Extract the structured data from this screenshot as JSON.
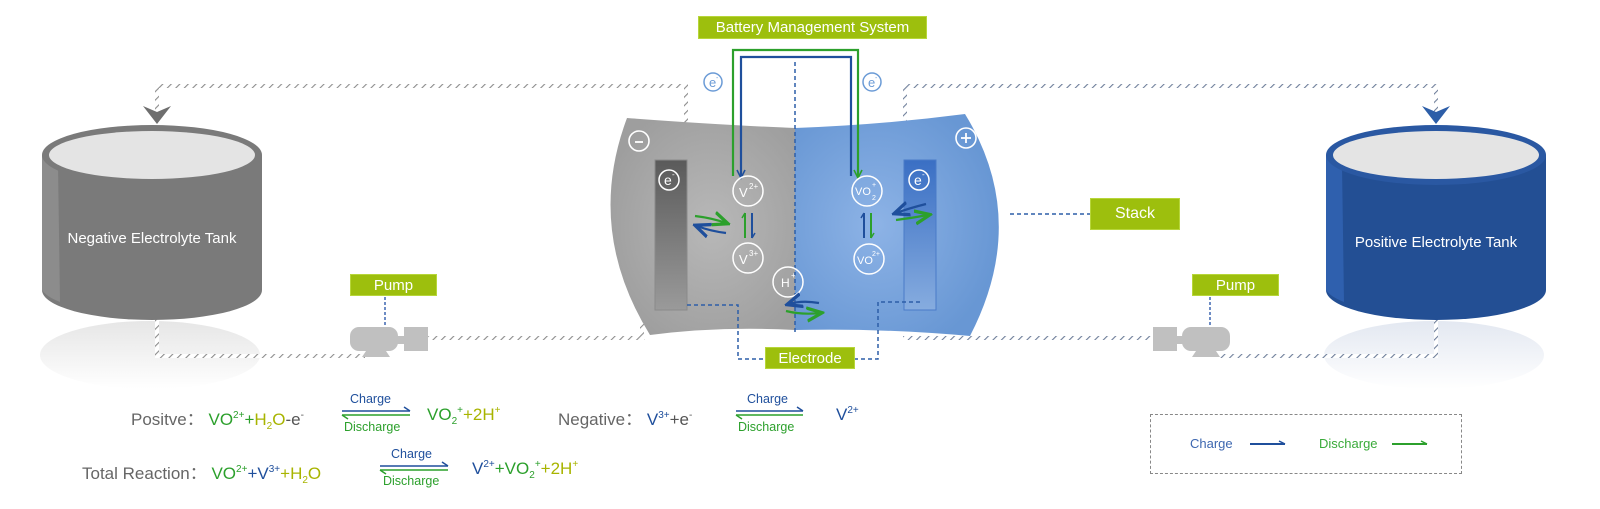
{
  "colors": {
    "accent_green_label": "#9dbf0d",
    "charge_blue": "#1f4f9c",
    "discharge_green": "#2ca02c",
    "water_yellow": "#a8b400",
    "negative_side_gray": "#a6a6a6",
    "positive_side_blue": "#6b9bd6",
    "negative_tank": "#7a7a7a",
    "positive_tank": "#234f94"
  },
  "labels": {
    "bms": "Battery Management System",
    "stack": "Stack",
    "electrode": "Electrode",
    "pump_left": "Pump",
    "pump_right": "Pump"
  },
  "tanks": {
    "negative": "Negative Electrolyte Tank",
    "positive": "Positive Electrolyte Tank"
  },
  "cell": {
    "minus_sign": "-",
    "plus_sign": "+",
    "electron": "e",
    "electron_sup": "-",
    "ions": {
      "v2": {
        "base": "V",
        "sup": "2+"
      },
      "v3": {
        "base": "V",
        "sup": "3+"
      },
      "vo2plus": {
        "base": "VO",
        "sub": "2",
        "sup": "+"
      },
      "vo2_2plus": {
        "base": "VO",
        "sup": "2+"
      },
      "h": {
        "base": "H",
        "sup": "+"
      }
    }
  },
  "equations": {
    "positive": {
      "label": "Positve：",
      "left": [
        {
          "t": "VO",
          "c": "g"
        },
        {
          "t": "2+",
          "c": "g",
          "sup": true
        },
        {
          "t": "+",
          "c": "g"
        },
        {
          "t": "H",
          "c": "y"
        },
        {
          "t": "2",
          "c": "y",
          "sub": true
        },
        {
          "t": "O",
          "c": "y"
        },
        {
          "t": "-e",
          "c": "k"
        },
        {
          "t": "-",
          "c": "k",
          "sup": true
        }
      ],
      "right": [
        {
          "t": "VO",
          "c": "g"
        },
        {
          "t": "2",
          "c": "g",
          "sub": true
        },
        {
          "t": "+",
          "c": "g",
          "sup": true
        },
        {
          "t": "+2H",
          "c": "y"
        },
        {
          "t": "+",
          "c": "y",
          "sup": true
        }
      ],
      "charge": "Charge",
      "discharge": "Discharge"
    },
    "negative": {
      "label": "Negative：",
      "left": [
        {
          "t": "V",
          "c": "b"
        },
        {
          "t": "3+",
          "c": "b",
          "sup": true
        },
        {
          "t": "+e",
          "c": "k"
        },
        {
          "t": "-",
          "c": "k",
          "sup": true
        }
      ],
      "right": [
        {
          "t": "V",
          "c": "b"
        },
        {
          "t": "2+",
          "c": "b",
          "sup": true
        }
      ],
      "charge": "Charge",
      "discharge": "Discharge"
    },
    "total": {
      "label": "Total Reaction：",
      "left": [
        {
          "t": "VO",
          "c": "g"
        },
        {
          "t": "2+",
          "c": "g",
          "sup": true
        },
        {
          "t": "+",
          "c": "b"
        },
        {
          "t": "V",
          "c": "b"
        },
        {
          "t": "3+",
          "c": "b",
          "sup": true
        },
        {
          "t": "+",
          "c": "y"
        },
        {
          "t": "H",
          "c": "y"
        },
        {
          "t": "2",
          "c": "y",
          "sub": true
        },
        {
          "t": "O",
          "c": "y"
        }
      ],
      "right": [
        {
          "t": "V",
          "c": "b"
        },
        {
          "t": "2+",
          "c": "b",
          "sup": true
        },
        {
          "t": "+VO",
          "c": "g"
        },
        {
          "t": "2",
          "c": "g",
          "sub": true
        },
        {
          "t": "+",
          "c": "g",
          "sup": true
        },
        {
          "t": "+2H",
          "c": "y"
        },
        {
          "t": "+",
          "c": "y",
          "sup": true
        }
      ],
      "charge": "Charge",
      "discharge": "Discharge"
    }
  },
  "legend": {
    "charge": "Charge",
    "discharge": "Discharge"
  }
}
